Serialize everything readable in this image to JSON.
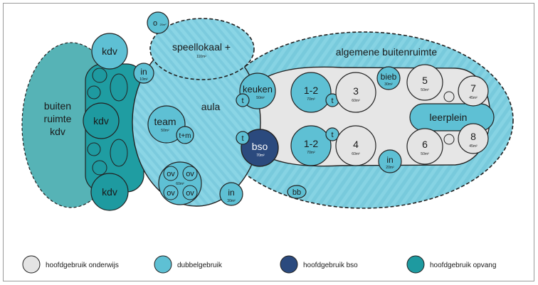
{
  "colors": {
    "onderwijs": "#e4e4e4",
    "dubbel": "#7fcfe0",
    "dubbel_dark": "#5dbdd2",
    "bso": "#2b4a7e",
    "opvang": "#1e9aa0",
    "outline": "#222222"
  },
  "areas": {
    "buitenruimte_kdv": [
      "buiten",
      "ruimte",
      "kdv"
    ],
    "algemene_buitenruimte": "algemene buitenruimte",
    "speellokaal": "speellokaal +",
    "speellokaal_size": "110m²",
    "aula": "aula",
    "bb": "bb"
  },
  "rooms": {
    "kdv_top": "kdv",
    "kdv_mid": "kdv",
    "kdv_bot": "kdv",
    "o": "o",
    "o_size": "20m²",
    "in_top": "in",
    "in_top_size": "10m²",
    "team": "team",
    "team_size": "50m²",
    "tm": "t+m",
    "ov": "ov",
    "ov_size": "60m²",
    "in_bot": "in",
    "in_bot_size": "30m²",
    "keuken": "keuken",
    "keuken_size": "50m²",
    "bso": "bso",
    "bso_size": "70m²",
    "t": "t",
    "c12": "1-2",
    "c12_size": "70m²",
    "c3": "3",
    "c3_size": "60m²",
    "c4": "4",
    "c4_size": "60m²",
    "bieb": "bieb",
    "bieb_size": "30m²",
    "in_mid": "in",
    "in_mid_size": "20m²",
    "c5": "5",
    "c5_size": "50m²",
    "c6": "6",
    "c6_size": "50m²",
    "c7": "7",
    "c7_size": "45m²",
    "c8": "8",
    "c8_size": "45m²",
    "leerplein": "leerplein"
  },
  "legend": {
    "onderwijs": "hoofdgebruik onderwijs",
    "dubbel": "dubbelgebruik",
    "bso": "hoofdgebruik bso",
    "opvang": "hoofdgebruik opvang"
  }
}
